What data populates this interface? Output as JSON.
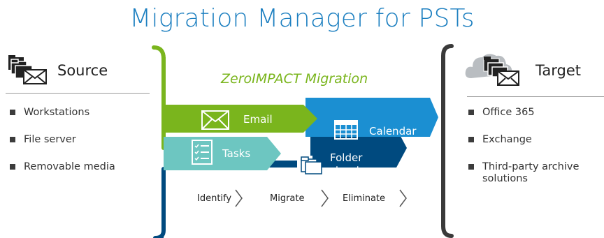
{
  "title": "Migration Manager for PSTs",
  "source": {
    "heading": "Source",
    "items": [
      "Workstations",
      "File server",
      "Removable media"
    ]
  },
  "target": {
    "heading": "Target",
    "items": [
      "Office 365",
      "Exchange",
      "Third-party archive solutions"
    ]
  },
  "center": {
    "subtitle": "ZeroIMPACT Migration",
    "bands": {
      "email": "Email",
      "calendar": "Calendar",
      "tasks": "Tasks",
      "folder_line1": "Folder",
      "folder_line2": "structure"
    },
    "steps": [
      "Identify",
      "Migrate",
      "Eliminate"
    ]
  },
  "colors": {
    "title": "#1c7fc0",
    "green": "#7ab51d",
    "blue": "#1b8fd2",
    "teal": "#6dc6c1",
    "navy": "#004a7f",
    "bracket": "#3a3a3a"
  },
  "icons": {
    "source": "envelope-with-folders-icon",
    "target": "cloud-folders-envelope-icon",
    "email": "envelope-icon",
    "calendar": "calendar-icon",
    "tasks": "checklist-icon",
    "folder": "folders-icon"
  }
}
